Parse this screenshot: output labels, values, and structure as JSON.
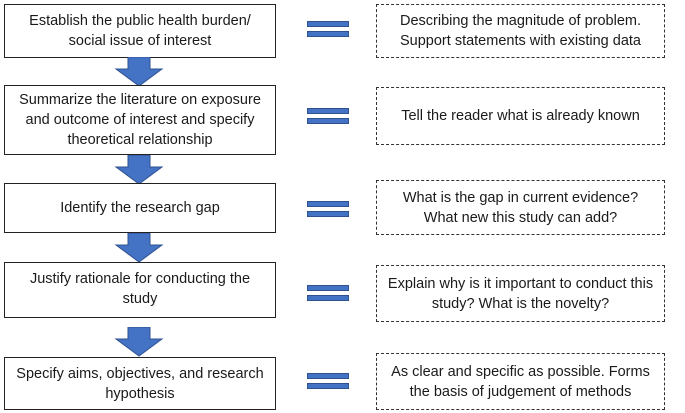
{
  "steps": [
    {
      "label": "Establish the public health burden/ social issue of interest",
      "description": "Describing the magnitude of problem. Support statements with existing data"
    },
    {
      "label": "Summarize the literature on exposure and outcome of interest and specify theoretical relationship",
      "description": "Tell the reader what is already known"
    },
    {
      "label": "Identify the research gap",
      "description": "What is the gap in current evidence? What new this study can add?"
    },
    {
      "label": "Justify rationale for conducting the study",
      "description": "Explain why is it important to conduct this study? What is the novelty?"
    },
    {
      "label": "Specify aims, objectives, and research hypothesis",
      "description": "As clear and specific as possible. Forms the basis of judgement of methods"
    }
  ],
  "colors": {
    "arrow": "#4472c4",
    "equals": "#4472c4",
    "border": "#222222"
  },
  "icons": {
    "flow_arrow": "down-arrow-icon",
    "equivalence": "equals-icon"
  }
}
